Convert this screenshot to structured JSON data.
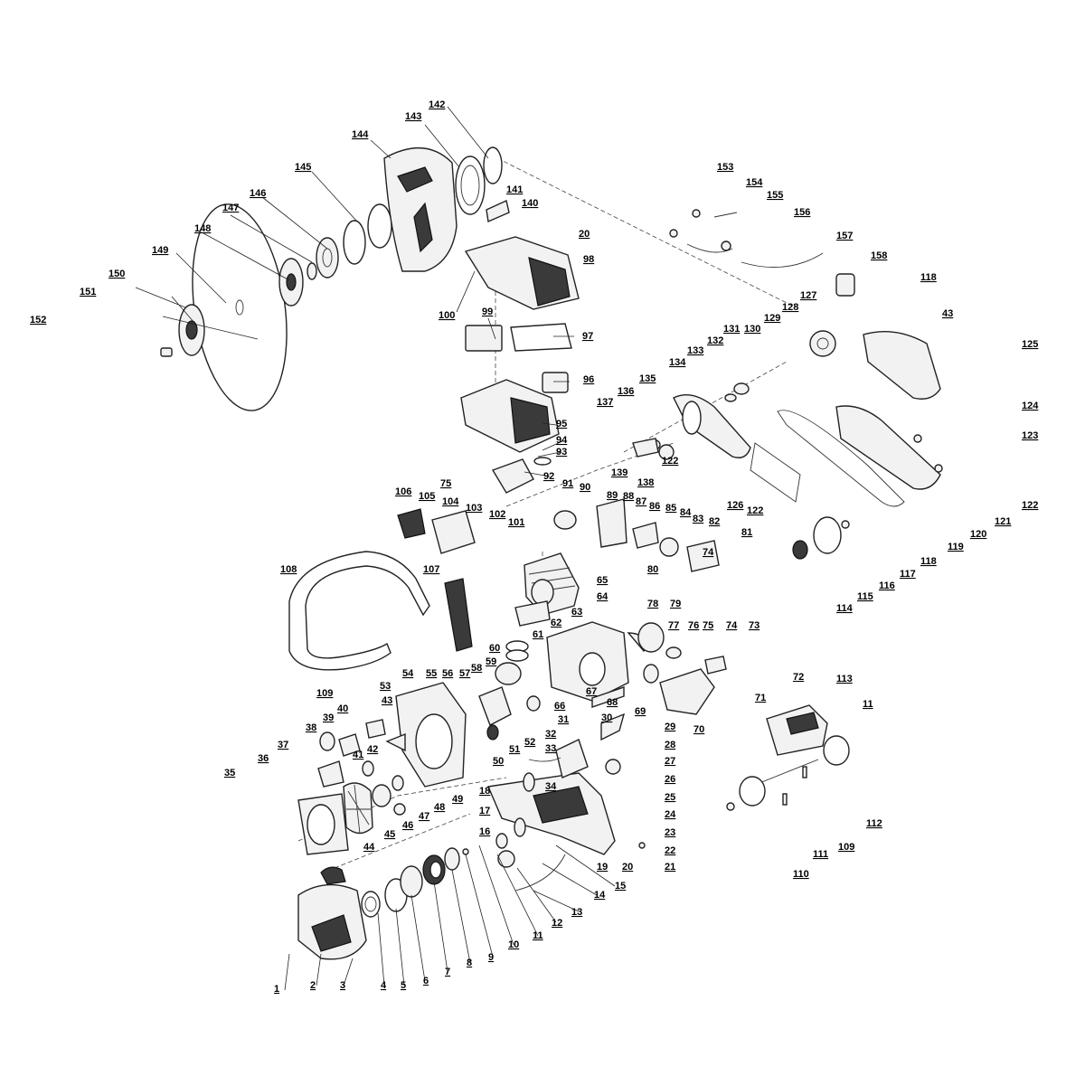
{
  "callouts": [
    "1",
    "2",
    "3",
    "4",
    "5",
    "6",
    "7",
    "8",
    "9",
    "10",
    "11",
    "12",
    "13",
    "14",
    "15",
    "16",
    "17",
    "18",
    "19",
    "20",
    "21",
    "22",
    "23",
    "24",
    "25",
    "26",
    "27",
    "28",
    "29",
    "30",
    "31",
    "32",
    "33",
    "34",
    "35",
    "36",
    "37",
    "38",
    "39",
    "40",
    "41",
    "42",
    "43",
    "44",
    "45",
    "46",
    "47",
    "48",
    "49",
    "50",
    "51",
    "52",
    "53",
    "54",
    "55",
    "56",
    "57",
    "58",
    "59",
    "60",
    "61",
    "62",
    "63",
    "64",
    "65",
    "66",
    "67",
    "68",
    "69",
    "70",
    "71",
    "72",
    "73",
    "74",
    "75",
    "76",
    "77",
    "78",
    "79",
    "80",
    "81",
    "82",
    "83",
    "84",
    "85",
    "86",
    "87",
    "88",
    "89",
    "90",
    "91",
    "92",
    "93",
    "94",
    "95",
    "96",
    "97",
    "98",
    "99",
    "100",
    "101",
    "102",
    "103",
    "104",
    "105",
    "106",
    "107",
    "108",
    "109",
    "110",
    "111",
    "112",
    "113",
    "114",
    "115",
    "116",
    "117",
    "118",
    "119",
    "120",
    "121",
    "122",
    "123",
    "124",
    "125",
    "126",
    "127",
    "128",
    "129",
    "130",
    "131",
    "132",
    "133",
    "134",
    "135",
    "136",
    "137",
    "138",
    "139",
    "140",
    "141",
    "142",
    "143",
    "144",
    "145",
    "146",
    "147",
    "148",
    "149",
    "150",
    "151",
    "152",
    "153",
    "154",
    "155",
    "156",
    "157",
    "158",
    "11",
    "20",
    "43",
    "74",
    "75",
    "109",
    "118",
    "122",
    "122"
  ]
}
